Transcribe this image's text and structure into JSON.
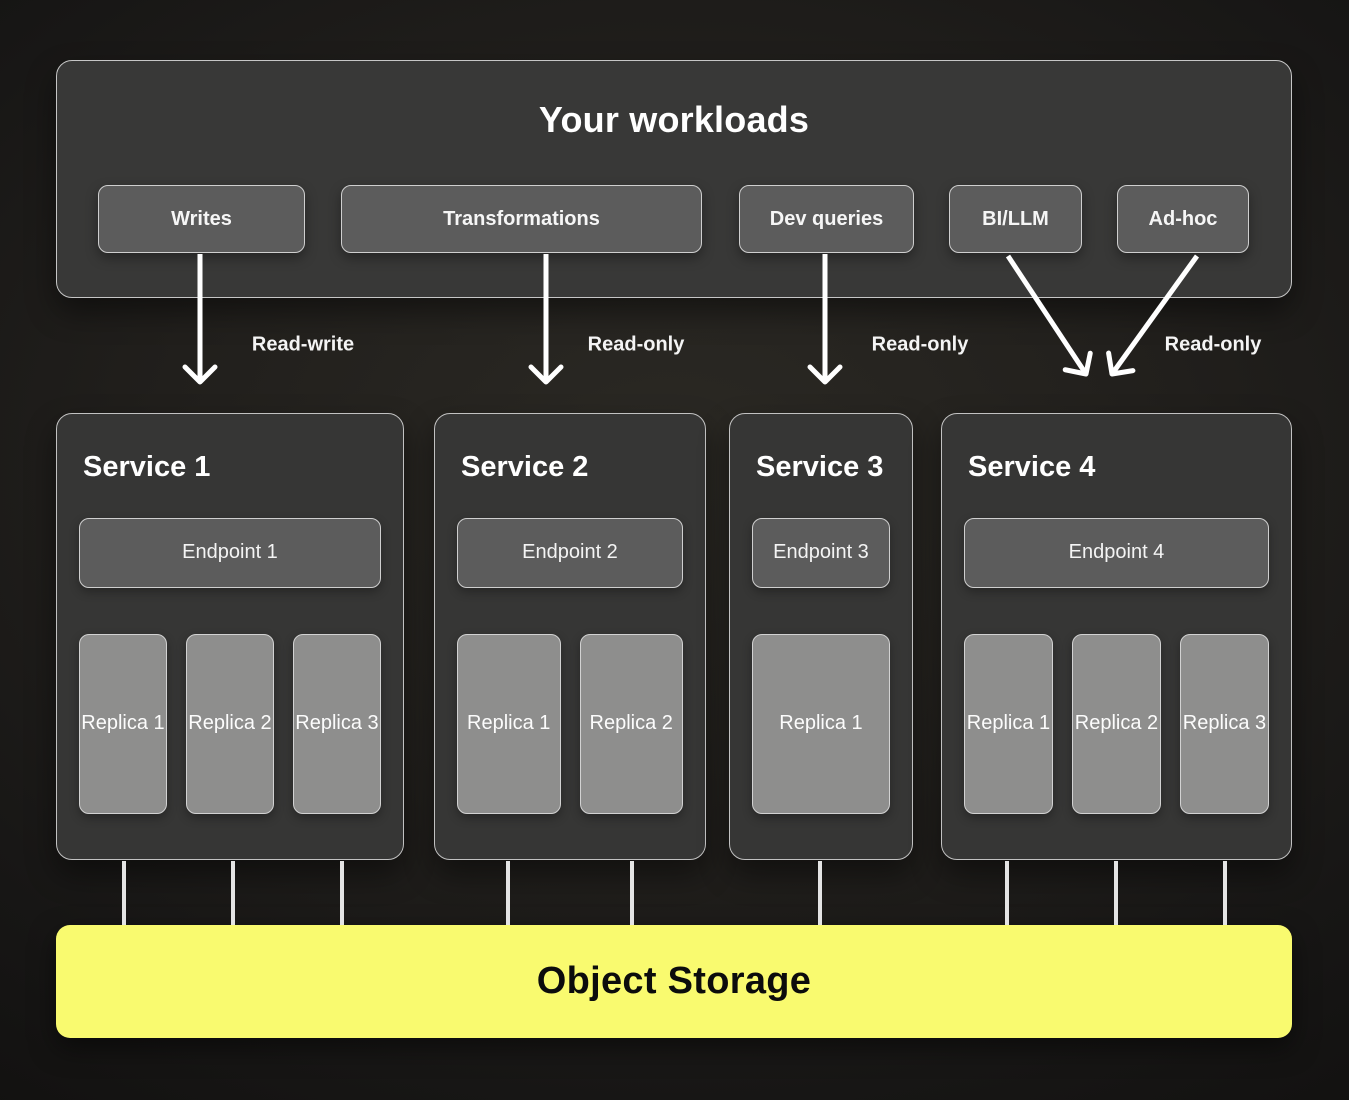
{
  "workloads_panel": {
    "title": "Your workloads",
    "items": [
      {
        "label": "Writes"
      },
      {
        "label": "Transformations"
      },
      {
        "label": "Dev queries"
      },
      {
        "label": "BI/LLM"
      },
      {
        "label": "Ad-hoc"
      }
    ]
  },
  "arrows": {
    "labels": [
      "Read-write",
      "Read-only",
      "Read-only",
      "Read-only"
    ]
  },
  "services": [
    {
      "name": "Service 1",
      "endpoint": "Endpoint 1",
      "replicas": [
        "Replica 1",
        "Replica 2",
        "Replica 3"
      ]
    },
    {
      "name": "Service 2",
      "endpoint": "Endpoint 2",
      "replicas": [
        "Replica 1",
        "Replica 2"
      ]
    },
    {
      "name": "Service 3",
      "endpoint": "Endpoint 3",
      "replicas": [
        "Replica 1"
      ]
    },
    {
      "name": "Service 4",
      "endpoint": "Endpoint 4",
      "replicas": [
        "Replica 1",
        "Replica 2",
        "Replica 3"
      ]
    }
  ],
  "storage": {
    "title": "Object Storage"
  },
  "colors": {
    "storage_bg": "#f9fa6f",
    "panel_bg": "#383837",
    "pill_bg": "#5c5c5c",
    "replica_bg": "#8e8e8d",
    "arrow": "#ffffff"
  }
}
